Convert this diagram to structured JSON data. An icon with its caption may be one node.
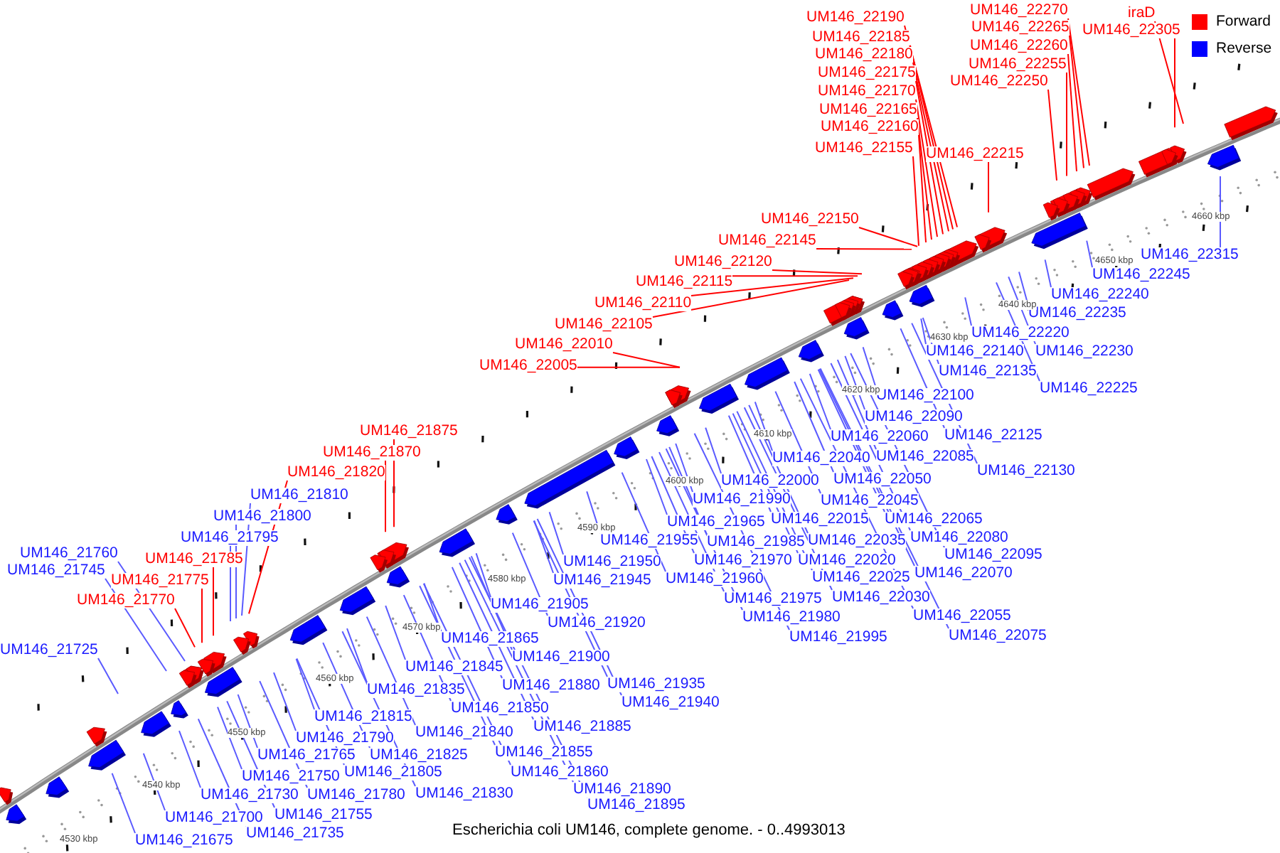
{
  "diagram": {
    "caption": "Escherichia coli UM146, complete genome. - 0..4993013",
    "nodes": [
      {
        "text": [
          "UM146_22270"
        ]
      },
      {
        "text": [
          "iraD"
        ]
      },
      {
        "text": [
          "UM146_22190"
        ]
      },
      {
        "text": [
          "UM146_22265"
        ]
      },
      {
        "text": [
          "UM146_22305"
        ]
      },
      {
        "text": [
          "UM146_22185"
        ]
      },
      {
        "text": [
          "UM146_22260"
        ]
      },
      {
        "text": [
          "UM146_22180"
        ]
      },
      {
        "text": [
          "UM146_22255"
        ]
      },
      {
        "text": [
          "UM146_22175"
        ]
      },
      {
        "text": [
          "UM146_22250"
        ]
      },
      {
        "text": [
          "UM146_22170"
        ]
      },
      {
        "text": [
          "UM146_22165"
        ]
      },
      {
        "text": [
          "UM146_22160"
        ]
      },
      {
        "text": [
          "UM146_22155"
        ]
      },
      {
        "text": [
          "UM146_22215"
        ]
      },
      {
        "text": [
          "UM146_22150"
        ]
      },
      {
        "text": [
          "UM146_22145"
        ]
      },
      {
        "text": [
          "UM146_22315"
        ]
      },
      {
        "text": [
          "UM146_22120"
        ]
      },
      {
        "text": [
          "UM146_22245"
        ]
      },
      {
        "text": [
          "UM146_22115"
        ]
      },
      {
        "text": [
          "UM146_22240"
        ]
      },
      {
        "text": [
          "UM146_22110"
        ]
      },
      {
        "text": [
          "UM146_22235"
        ]
      },
      {
        "text": [
          "UM146_22105"
        ]
      },
      {
        "text": [
          "UM146_22220"
        ]
      },
      {
        "text": [
          "UM146_22010"
        ]
      },
      {
        "text": [
          "UM146_22140"
        ]
      },
      {
        "text": [
          "UM146_22230"
        ]
      },
      {
        "text": [
          "UM146_22005"
        ]
      },
      {
        "text": [
          "UM146_22135"
        ]
      },
      {
        "text": [
          "UM146_22225"
        ]
      },
      {
        "text": [
          "UM146_22100"
        ]
      },
      {
        "text": [
          "UM146_22090"
        ]
      },
      {
        "text": [
          "UM146_21875"
        ]
      },
      {
        "text": [
          "UM146_22125"
        ]
      },
      {
        "text": [
          "UM146_22060"
        ]
      },
      {
        "text": [
          "UM146_21870"
        ]
      },
      {
        "text": [
          "UM146_22085"
        ]
      },
      {
        "text": [
          "UM146_22040"
        ]
      },
      {
        "text": [
          "UM146_22130"
        ]
      },
      {
        "text": [
          "UM146_21820"
        ]
      },
      {
        "text": [
          "UM146_22050"
        ]
      },
      {
        "text": [
          "UM146_22000"
        ]
      },
      {
        "text": [
          "UM146_21810"
        ]
      },
      {
        "text": [
          "UM146_21990"
        ]
      },
      {
        "text": [
          "UM146_22045"
        ]
      },
      {
        "text": [
          "UM146_21800"
        ]
      },
      {
        "text": [
          "UM146_22015"
        ]
      },
      {
        "text": [
          "UM146_22065"
        ]
      },
      {
        "text": [
          "UM146_21965"
        ]
      },
      {
        "text": [
          "UM146_21795"
        ]
      },
      {
        "text": [
          "UM146_22080"
        ]
      },
      {
        "text": [
          "UM146_21955"
        ]
      },
      {
        "text": [
          "UM146_22035"
        ]
      },
      {
        "text": [
          "UM146_21985"
        ]
      },
      {
        "text": [
          "UM146_21760"
        ]
      },
      {
        "text": [
          "UM146_22095"
        ]
      },
      {
        "text": [
          "UM146_21785"
        ]
      },
      {
        "text": [
          "UM146_21970"
        ]
      },
      {
        "text": [
          "UM146_22020"
        ]
      },
      {
        "text": [
          "UM146_21950"
        ]
      },
      {
        "text": [
          "UM146_21745"
        ]
      },
      {
        "text": [
          "UM146_22070"
        ]
      },
      {
        "text": [
          "UM146_22025"
        ]
      },
      {
        "text": [
          "UM146_21960"
        ]
      },
      {
        "text": [
          "UM146_21775"
        ]
      },
      {
        "text": [
          "UM146_21945"
        ]
      },
      {
        "text": [
          "UM146_22030"
        ]
      },
      {
        "text": [
          "UM146_21975"
        ]
      },
      {
        "text": [
          "UM146_21770"
        ]
      },
      {
        "text": [
          "UM146_21905"
        ]
      },
      {
        "text": [
          "UM146_22055"
        ]
      },
      {
        "text": [
          "UM146_21980"
        ]
      },
      {
        "text": [
          "UM146_21920"
        ]
      },
      {
        "text": [
          "UM146_22075"
        ]
      },
      {
        "text": [
          "UM146_21995"
        ]
      },
      {
        "text": [
          "UM146_21865"
        ]
      },
      {
        "text": [
          "UM146_21725"
        ]
      },
      {
        "text": [
          "UM146_21900"
        ]
      },
      {
        "text": [
          "UM146_21845"
        ]
      },
      {
        "text": [
          "UM146_21935"
        ]
      },
      {
        "text": [
          "UM146_21880"
        ]
      },
      {
        "text": [
          "UM146_21835"
        ]
      },
      {
        "text": [
          "UM146_21940"
        ]
      },
      {
        "text": [
          "UM146_21850"
        ]
      },
      {
        "text": [
          "UM146_21815"
        ]
      },
      {
        "text": [
          "UM146_21885"
        ]
      },
      {
        "text": [
          "UM146_21840"
        ]
      },
      {
        "text": [
          "UM146_21790"
        ]
      },
      {
        "text": [
          "UM146_21855"
        ]
      },
      {
        "text": [
          "UM146_21765"
        ]
      },
      {
        "text": [
          "UM146_21825"
        ]
      },
      {
        "text": [
          "UM146_21805"
        ]
      },
      {
        "text": [
          "UM146_21860"
        ]
      },
      {
        "text": [
          "UM146_21750"
        ]
      },
      {
        "text": [
          "UM146_21890"
        ]
      },
      {
        "text": [
          "UM146_21830"
        ]
      },
      {
        "text": [
          "UM146_21730"
        ]
      },
      {
        "text": [
          "UM146_21780"
        ]
      },
      {
        "text": [
          "UM146_21895"
        ]
      },
      {
        "text": [
          "UM146_21755"
        ]
      },
      {
        "text": [
          "UM146_21700"
        ]
      },
      {
        "text": [
          "UM146_21735"
        ]
      },
      {
        "text": [
          "UM146_21675"
        ]
      }
    ],
    "edges": [
      {
        "from": 0,
        "to": null,
        "arrow": "none",
        "color": "#ff0000"
      },
      {
        "from": 1,
        "to": null,
        "arrow": "none",
        "color": "#ff0000"
      },
      {
        "from": 2,
        "to": null,
        "arrow": "none",
        "color": "#ff0000"
      },
      {
        "from": 3,
        "to": null,
        "arrow": "none",
        "color": "#ff0000"
      },
      {
        "from": 4,
        "to": null,
        "arrow": "none",
        "color": "#ff0000"
      },
      {
        "from": 5,
        "to": null,
        "arrow": "none",
        "color": "#ff0000"
      },
      {
        "from": 6,
        "to": null,
        "arrow": "none",
        "color": "#ff0000"
      },
      {
        "from": 7,
        "to": null,
        "arrow": "none",
        "color": "#ff0000"
      },
      {
        "from": 8,
        "to": null,
        "arrow": "none",
        "color": "#ff0000"
      },
      {
        "from": 9,
        "to": null,
        "arrow": "none",
        "color": "#ff0000"
      },
      {
        "from": 10,
        "to": null,
        "arrow": "none",
        "color": "#ff0000"
      },
      {
        "from": 11,
        "to": null,
        "arrow": "none",
        "color": "#ff0000"
      },
      {
        "from": 12,
        "to": null,
        "arrow": "none",
        "color": "#ff0000"
      },
      {
        "from": 13,
        "to": null,
        "arrow": "none",
        "color": "#ff0000"
      },
      {
        "from": 14,
        "to": null,
        "arrow": "none",
        "color": "#ff0000"
      },
      {
        "from": 15,
        "to": null,
        "arrow": "none",
        "color": "#ff0000"
      },
      {
        "from": 16,
        "to": null,
        "arrow": "none",
        "color": "#ff0000"
      },
      {
        "from": 17,
        "to": null,
        "arrow": "none",
        "color": "#ff0000"
      },
      {
        "from": 18,
        "to": null,
        "arrow": "none"
      },
      {
        "from": 19,
        "to": null,
        "arrow": "none",
        "color": "#ff0000"
      },
      {
        "from": 20,
        "to": null,
        "arrow": "none"
      },
      {
        "from": 21,
        "to": null,
        "arrow": "none",
        "color": "#ff0000"
      },
      {
        "from": 22,
        "to": null,
        "arrow": "none"
      },
      {
        "from": 23,
        "to": null,
        "arrow": "none",
        "color": "#ff0000"
      },
      {
        "from": 24,
        "to": null,
        "arrow": "none"
      },
      {
        "from": 25,
        "to": null,
        "arrow": "none",
        "color": "#ff0000"
      },
      {
        "from": 26,
        "to": null,
        "arrow": "none"
      },
      {
        "from": 27,
        "to": null,
        "arrow": "none",
        "color": "#ff0000"
      },
      {
        "from": 28,
        "to": null,
        "arrow": "none"
      },
      {
        "from": 29,
        "to": null,
        "arrow": "none"
      },
      {
        "from": 30,
        "to": null,
        "arrow": "none",
        "color": "#ff0000"
      },
      {
        "from": 31,
        "to": null,
        "arrow": "none"
      },
      {
        "from": 32,
        "to": null,
        "arrow": "none"
      },
      {
        "from": 33,
        "to": null,
        "arrow": "none"
      },
      {
        "from": 34,
        "to": null,
        "arrow": "none"
      },
      {
        "from": 35,
        "to": null,
        "arrow": "none",
        "color": "#ff0000"
      },
      {
        "from": 36,
        "to": null,
        "arrow": "none"
      },
      {
        "from": 37,
        "to": null,
        "arrow": "none"
      },
      {
        "from": 38,
        "to": null,
        "arrow": "none",
        "color": "#ff0000"
      },
      {
        "from": 39,
        "to": null,
        "arrow": "none"
      },
      {
        "from": 40,
        "to": null,
        "arrow": "none"
      },
      {
        "from": 41,
        "to": null,
        "arrow": "none"
      },
      {
        "from": 42,
        "to": null,
        "arrow": "none",
        "color": "#ff0000"
      },
      {
        "from": 43,
        "to": null,
        "arrow": "none"
      },
      {
        "from": 44,
        "to": null,
        "arrow": "none"
      },
      {
        "from": 45,
        "to": null,
        "arrow": "none"
      },
      {
        "from": 46,
        "to": null,
        "arrow": "none"
      },
      {
        "from": 47,
        "to": null,
        "arrow": "none"
      },
      {
        "from": 48,
        "to": null,
        "arrow": "none"
      },
      {
        "from": 49,
        "to": null,
        "arrow": "none"
      },
      {
        "from": 50,
        "to": null,
        "arrow": "none"
      },
      {
        "from": 51,
        "to": null,
        "arrow": "none"
      },
      {
        "from": 52,
        "to": null,
        "arrow": "none"
      },
      {
        "from": 53,
        "to": null,
        "arrow": "none"
      },
      {
        "from": 54,
        "to": null,
        "arrow": "none"
      },
      {
        "from": 55,
        "to": null,
        "arrow": "none"
      },
      {
        "from": 56,
        "to": null,
        "arrow": "none"
      },
      {
        "from": 57,
        "to": null,
        "arrow": "none"
      },
      {
        "from": 58,
        "to": null,
        "arrow": "none"
      },
      {
        "from": 59,
        "to": null,
        "arrow": "none",
        "color": "#ff0000"
      },
      {
        "from": 60,
        "to": null,
        "arrow": "none"
      },
      {
        "from": 61,
        "to": null,
        "arrow": "none"
      },
      {
        "from": 62,
        "to": null,
        "arrow": "none"
      },
      {
        "from": 63,
        "to": null,
        "arrow": "none"
      },
      {
        "from": 64,
        "to": null,
        "arrow": "none"
      },
      {
        "from": 65,
        "to": null,
        "arrow": "none"
      },
      {
        "from": 66,
        "to": null,
        "arrow": "none"
      },
      {
        "from": 67,
        "to": null,
        "arrow": "none",
        "color": "#ff0000"
      },
      {
        "from": 68,
        "to": null,
        "arrow": "none"
      },
      {
        "from": 69,
        "to": null,
        "arrow": "none"
      },
      {
        "from": 70,
        "to": null,
        "arrow": "none"
      },
      {
        "from": 71,
        "to": null,
        "arrow": "none",
        "color": "#ff0000"
      },
      {
        "from": 72,
        "to": null,
        "arrow": "none"
      },
      {
        "from": 73,
        "to": null,
        "arrow": "none"
      },
      {
        "from": 74,
        "to": null,
        "arrow": "none"
      },
      {
        "from": 75,
        "to": null,
        "arrow": "none"
      },
      {
        "from": 76,
        "to": null,
        "arrow": "none"
      },
      {
        "from": 77,
        "to": null,
        "arrow": "none"
      },
      {
        "from": 78,
        "to": null,
        "arrow": "none"
      },
      {
        "from": 79,
        "to": null,
        "arrow": "none"
      },
      {
        "from": 80,
        "to": null,
        "arrow": "none"
      },
      {
        "from": 81,
        "to": null,
        "arrow": "none"
      },
      {
        "from": 82,
        "to": null,
        "arrow": "none"
      },
      {
        "from": 83,
        "to": null,
        "arrow": "none"
      },
      {
        "from": 84,
        "to": null,
        "arrow": "none"
      },
      {
        "from": 85,
        "to": null,
        "arrow": "none"
      },
      {
        "from": 86,
        "to": null,
        "arrow": "none"
      },
      {
        "from": 87,
        "to": null,
        "arrow": "none"
      },
      {
        "from": 88,
        "to": null,
        "arrow": "none"
      },
      {
        "from": 89,
        "to": null,
        "arrow": "none"
      },
      {
        "from": 90,
        "to": null,
        "arrow": "none"
      },
      {
        "from": 91,
        "to": null,
        "arrow": "none"
      },
      {
        "from": 92,
        "to": null,
        "arrow": "none"
      },
      {
        "from": 93,
        "to": null,
        "arrow": "none"
      },
      {
        "from": 94,
        "to": null,
        "arrow": "none"
      },
      {
        "from": 95,
        "to": null,
        "arrow": "none"
      },
      {
        "from": 96,
        "to": null,
        "arrow": "none"
      },
      {
        "from": 97,
        "to": null,
        "arrow": "none"
      },
      {
        "from": 98,
        "to": null,
        "arrow": "none"
      },
      {
        "from": 99,
        "to": null,
        "arrow": "none"
      },
      {
        "from": 100,
        "to": null,
        "arrow": "none"
      },
      {
        "from": 101,
        "to": null,
        "arrow": "none"
      },
      {
        "from": 102,
        "to": null,
        "arrow": "none"
      },
      {
        "from": 103,
        "to": null,
        "arrow": "none"
      },
      {
        "from": 104,
        "to": null,
        "arrow": "none"
      },
      {
        "from": 105,
        "to": null,
        "arrow": "none"
      }
    ],
    "labels": [
      "4530 kbp",
      "4540 kbp",
      "4550 kbp",
      "4560 kbp",
      "4570 kbp",
      "4580 kbp",
      "4590 kbp",
      "4600 kbp",
      "4610 kbp",
      "4620 kbp",
      "4630 kbp",
      "4640 kbp",
      "4650 kbp",
      "4660 kbp"
    ],
    "legend": [
      {
        "text": "Forward",
        "color": "#ff0000"
      },
      {
        "text": "Reverse",
        "color": "#0000ff"
      }
    ]
  }
}
